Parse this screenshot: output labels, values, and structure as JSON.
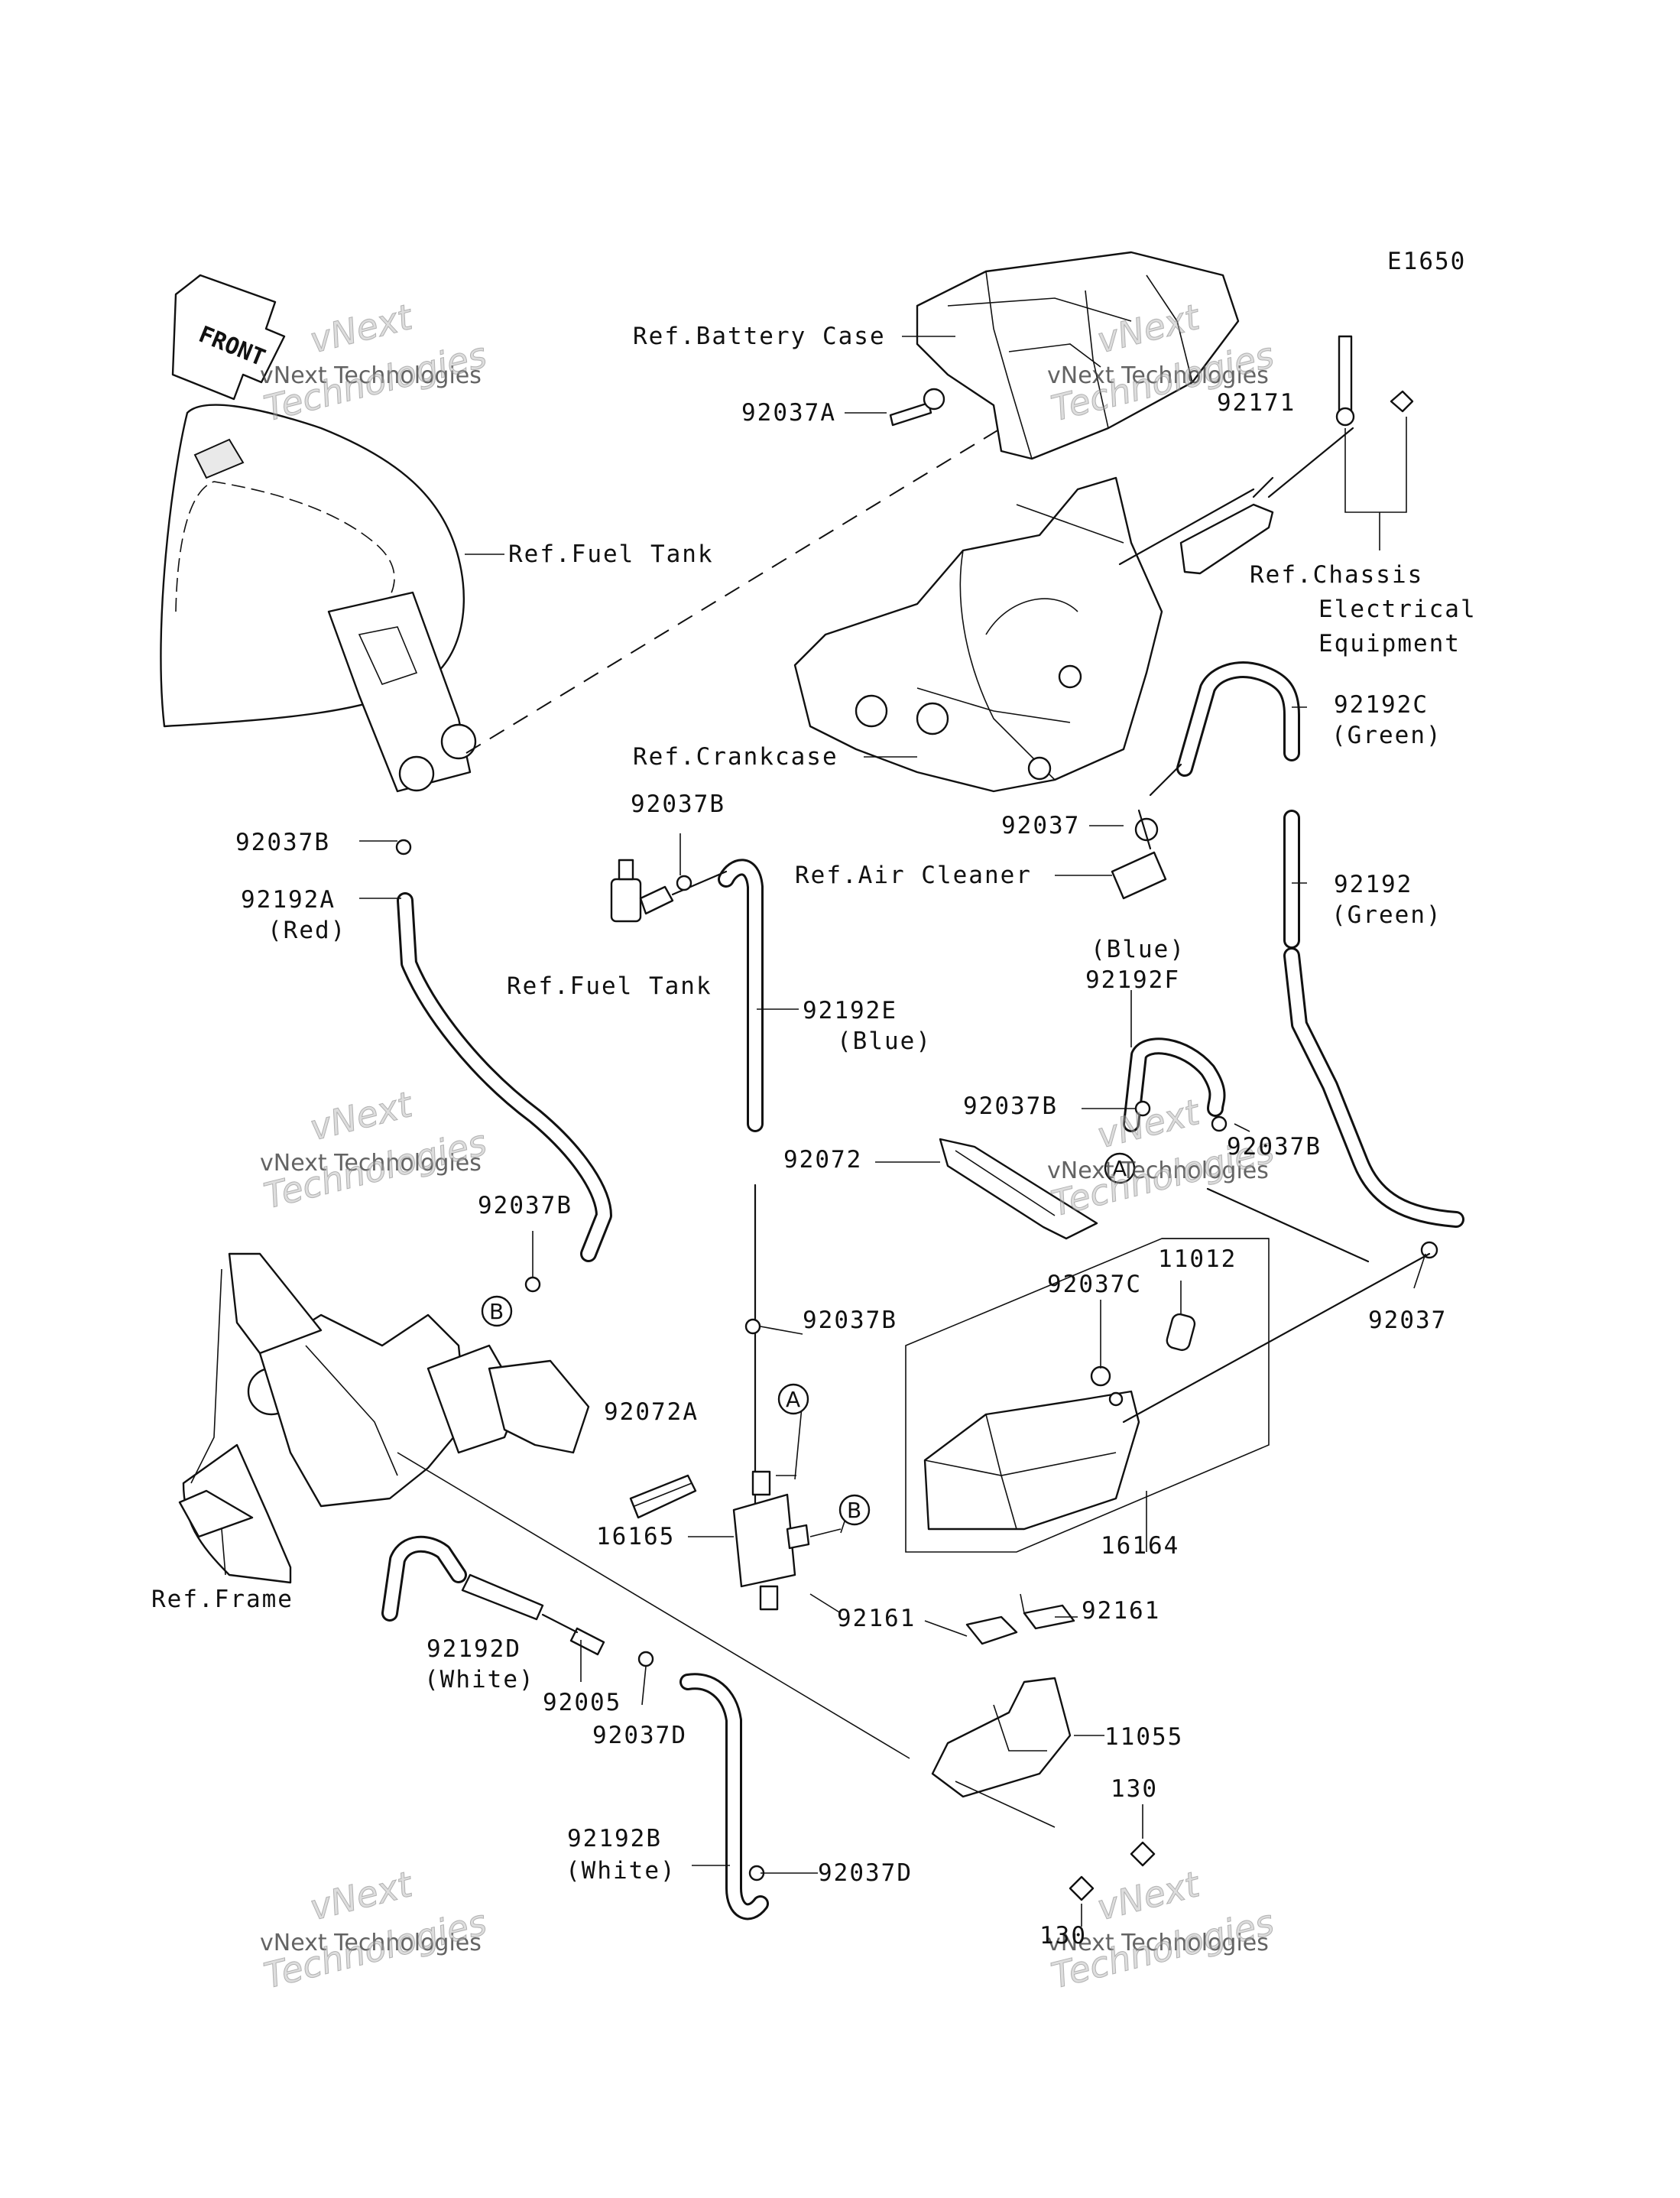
{
  "diagram_code": "E1650",
  "front_label": "FRONT",
  "watermark": {
    "line1": "vNext Technologies",
    "line2": "vNext",
    "line3": "Technologies"
  },
  "callouts": {
    "ref_battery_case": "Ref.Battery Case",
    "p92037A": "92037A",
    "p92171": "92171",
    "ref_fuel_tank_top": "Ref.Fuel Tank",
    "ref_chassis_1": "Ref.Chassis",
    "ref_chassis_2": "Electrical",
    "ref_chassis_3": "Equipment",
    "p92192C": "92192C",
    "p92192C_color": "(Green)",
    "ref_crankcase": "Ref.Crankcase",
    "p92037B_1": "92037B",
    "p92037_1": "92037",
    "p92037B_2": "92037B",
    "ref_air_cleaner": "Ref.Air Cleaner",
    "p92192": "92192",
    "p92192_color": "(Green)",
    "p92192A": "92192A",
    "p92192A_color": "(Red)",
    "p92192F_color": "(Blue)",
    "p92192F": "92192F",
    "ref_fuel_tank_mid": "Ref.Fuel Tank",
    "p92192E": "92192E",
    "p92192E_color": "(Blue)",
    "p92037B_3": "92037B",
    "p92037B_4": "92037B",
    "p92072": "92072",
    "p92037B_5": "92037B",
    "p11012": "11012",
    "p92037C": "92037C",
    "p92037B_6": "92037B",
    "p92037_2": "92037",
    "p92072A": "92072A",
    "p16165": "16165",
    "p16164": "16164",
    "ref_frame": "Ref.Frame",
    "p92161_1": "92161",
    "p92161_2": "92161",
    "p92192D": "92192D",
    "p92192D_color": "(White)",
    "p92005": "92005",
    "p92037D_1": "92037D",
    "p11055": "11055",
    "p130_1": "130",
    "p92192B": "92192B",
    "p92192B_color": "(White)",
    "p92037D_2": "92037D",
    "p130_2": "130"
  },
  "markers": {
    "a": "A",
    "b": "B"
  }
}
